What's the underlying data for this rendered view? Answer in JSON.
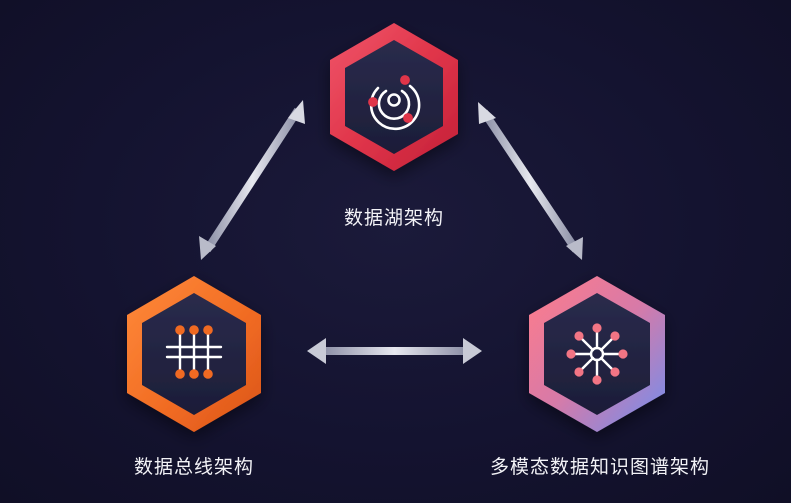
{
  "nodes": {
    "data_lake": {
      "label": "数据湖架构",
      "icon": "orbit-icon"
    },
    "data_bus": {
      "label": "数据总线架构",
      "icon": "bus-lines-icon"
    },
    "knowledge_graph": {
      "label": "多模态数据知识图谱架构",
      "icon": "network-hub-icon"
    }
  },
  "connections": [
    {
      "from": "data_lake",
      "to": "data_bus",
      "type": "bidirectional"
    },
    {
      "from": "data_lake",
      "to": "knowledge_graph",
      "type": "bidirectional"
    },
    {
      "from": "data_bus",
      "to": "knowledge_graph",
      "type": "bidirectional"
    }
  ],
  "colors": {
    "background": "#15142c",
    "hex_inner": "#232443",
    "lake_accent": "#e0354a",
    "bus_accent": "#f06a22",
    "kg_accent_start": "#f27484",
    "kg_accent_end": "#6e8ff0",
    "arrow": "#c9cbd6"
  }
}
